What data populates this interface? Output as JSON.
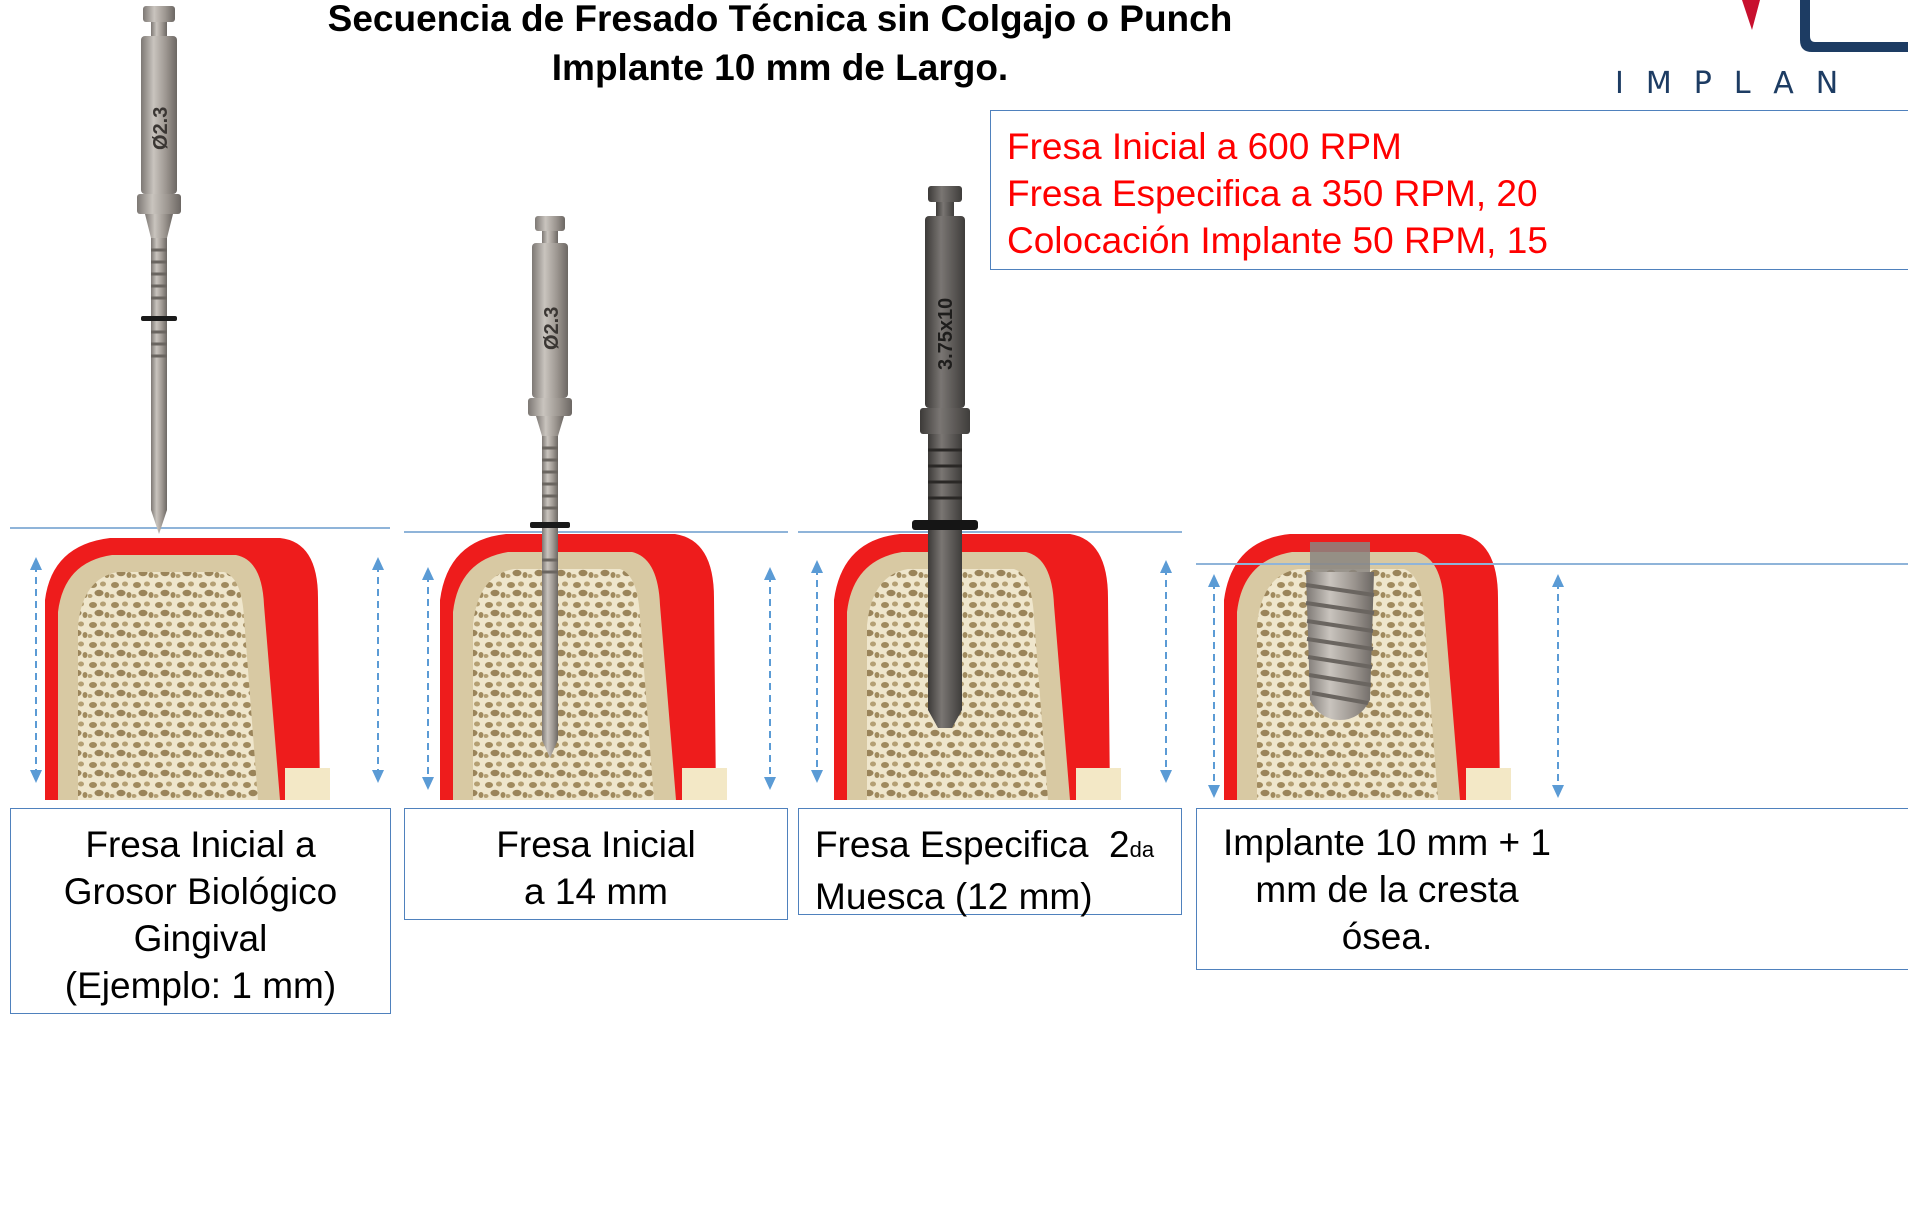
{
  "title": {
    "line1": "Secuencia de Fresado Técnica sin Colgajo o Punch",
    "line2": "Implante 10 mm de Largo."
  },
  "logo": {
    "text": "IMPLAN",
    "colors": {
      "primary": "#1d3c63",
      "accent": "#c8102e"
    }
  },
  "rpm_info": {
    "line1": "Fresa Inicial a 600 RPM",
    "line2": "Fresa Especifica a 350 RPM, 20",
    "line3": "Colocación Implante 50 RPM, 15"
  },
  "drills": [
    {
      "engraving": "Ø2.3"
    },
    {
      "engraving": "Ø2.3"
    },
    {
      "engraving": "3.75x10"
    }
  ],
  "steps": [
    {
      "lines": [
        "Fresa Inicial a",
        "Grosor Biológico",
        "Gingival",
        "(Ejemplo: 1 mm)"
      ]
    },
    {
      "lines": [
        "Fresa Inicial",
        "a 14 mm"
      ]
    },
    {
      "line1_main": "Fresa Especifica  2",
      "line1_sup": "da",
      "line2": "Muesca (12 mm)"
    },
    {
      "lines": [
        "Implante 10 mm + 1",
        "mm de la cresta",
        "ósea."
      ]
    }
  ],
  "colors": {
    "gingiva": "#ee1c1c",
    "bone_cortex": "#d8c9a3",
    "bone_marrow": "#efe6cc",
    "bone_pore": "#a08a5e",
    "arrow": "#5b9bd5",
    "reference_line": "#8fb4d9",
    "box_border": "#4f81bd",
    "rpm_text": "#ff0000",
    "drill_metal": "#a8a39d",
    "drill_dark": "#5a5856"
  }
}
